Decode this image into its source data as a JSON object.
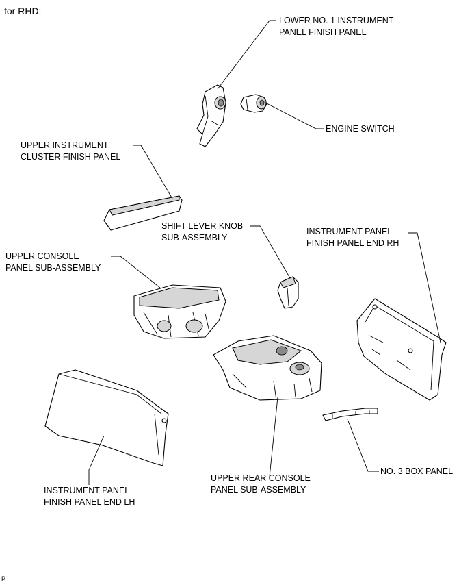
{
  "header": {
    "title": "for RHD:"
  },
  "labels": {
    "lower_no1_panel": [
      "LOWER NO. 1 INSTRUMENT",
      "PANEL FINISH PANEL"
    ],
    "engine_switch": [
      "ENGINE SWITCH"
    ],
    "upper_cluster_panel": [
      "UPPER INSTRUMENT",
      "CLUSTER FINISH PANEL"
    ],
    "shift_knob": [
      "SHIFT LEVER KNOB",
      "SUB-ASSEMBLY"
    ],
    "panel_end_rh": [
      "INSTRUMENT PANEL",
      "FINISH PANEL END RH"
    ],
    "upper_console": [
      "UPPER CONSOLE",
      "PANEL SUB-ASSEMBLY"
    ],
    "upper_rear_console": [
      "UPPER REAR CONSOLE",
      "PANEL SUB-ASSEMBLY"
    ],
    "no3_box_panel": [
      "NO. 3 BOX PANEL"
    ],
    "panel_end_lh": [
      "INSTRUMENT PANEL",
      "FINISH PANEL END LH"
    ]
  },
  "footer": {
    "code": "P"
  }
}
